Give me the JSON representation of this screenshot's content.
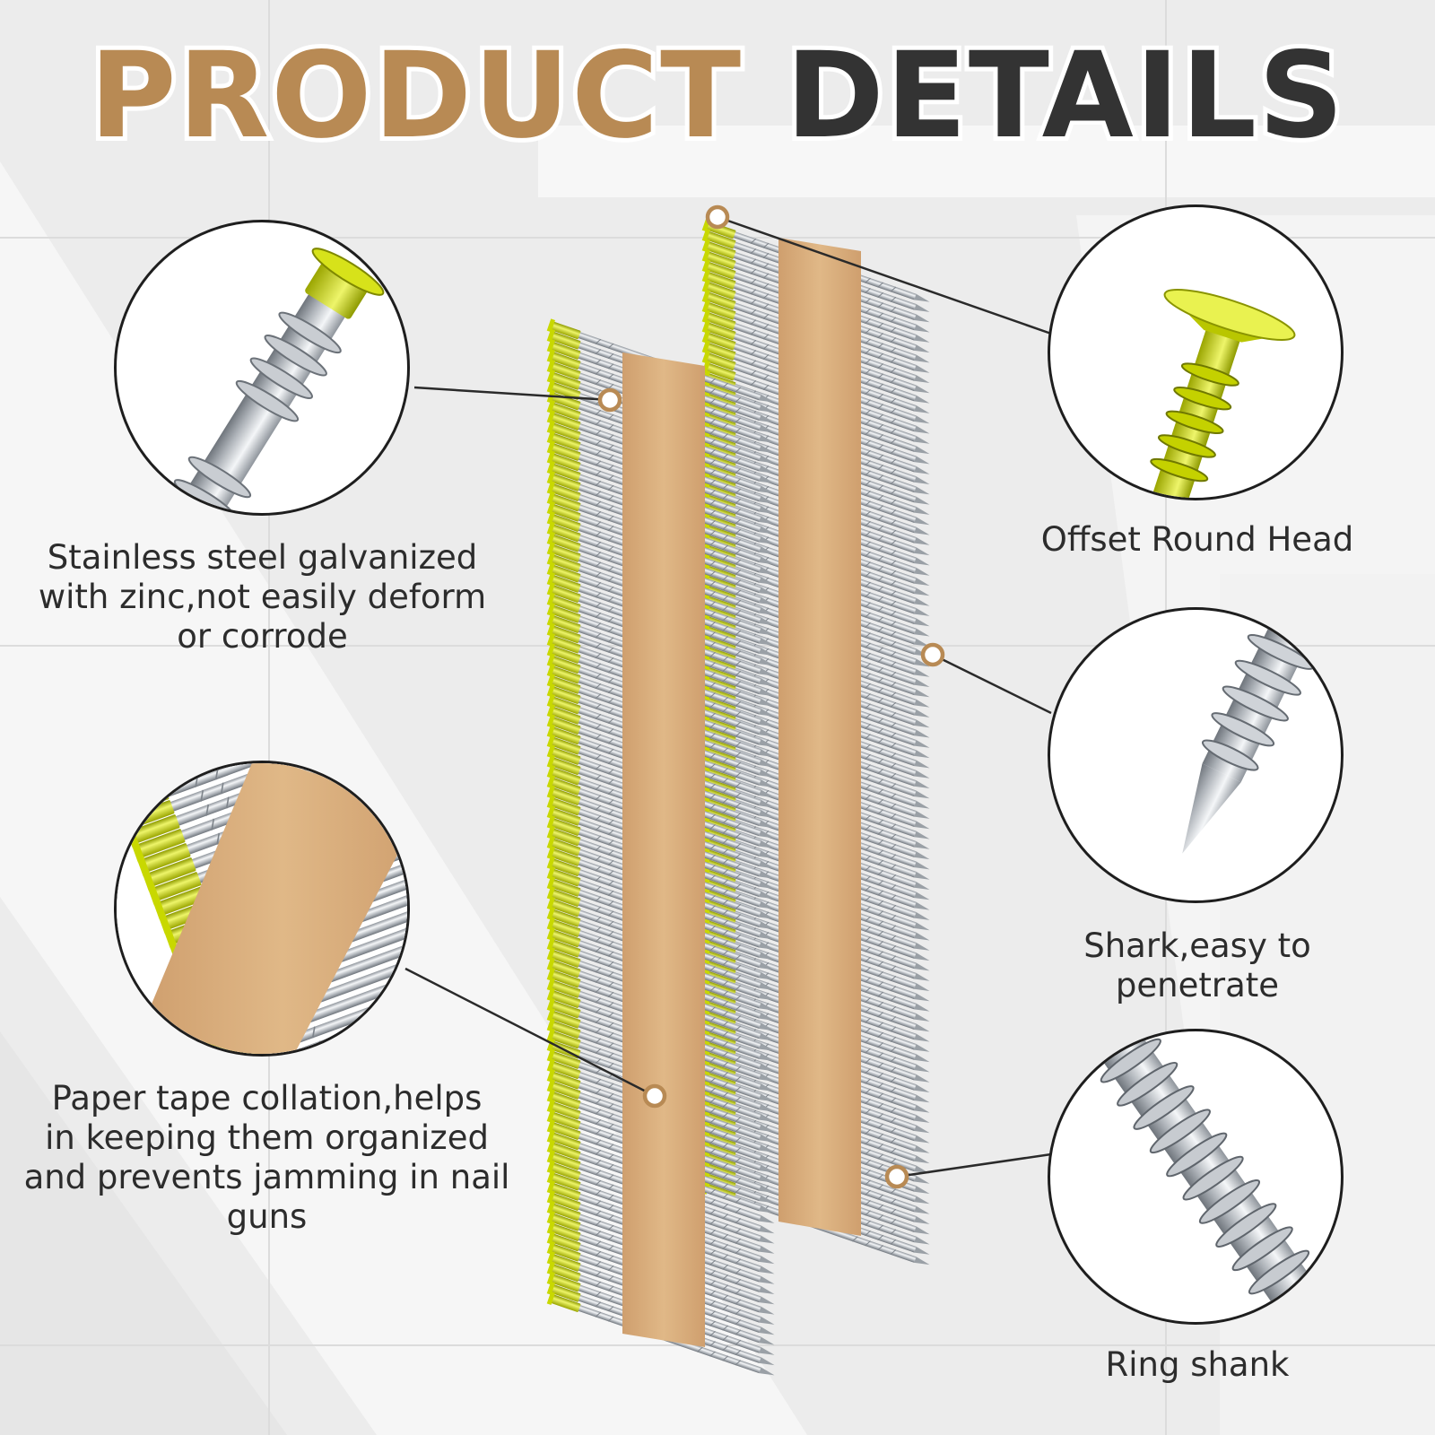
{
  "title": {
    "word1": "PRODUCT",
    "word2": "DETAILS"
  },
  "colors": {
    "accent": "#b88a54",
    "dark": "#333333",
    "tape": "#d9ad7c",
    "zinc_yellow": "#c8d800",
    "steel": "#b9bec4"
  },
  "features": {
    "material": {
      "lines": [
        "Stainless steel galvanized",
        "with zinc,not easily deform",
        "or corrode"
      ],
      "icon": "galvanized-nail-head-closeup"
    },
    "tape": {
      "lines": [
        "Paper tape collation,helps",
        "in keeping them organized",
        "and prevents jamming in nail",
        "guns"
      ],
      "icon": "paper-tape-strip-closeup"
    },
    "head": {
      "lines": [
        "Offset Round Head"
      ],
      "icon": "nail-head-closeup"
    },
    "point": {
      "lines": [
        "Shark,easy to",
        "penetrate"
      ],
      "icon": "nail-point-closeup"
    },
    "shank": {
      "lines": [
        "Ring shank"
      ],
      "icon": "ring-shank-closeup"
    }
  }
}
